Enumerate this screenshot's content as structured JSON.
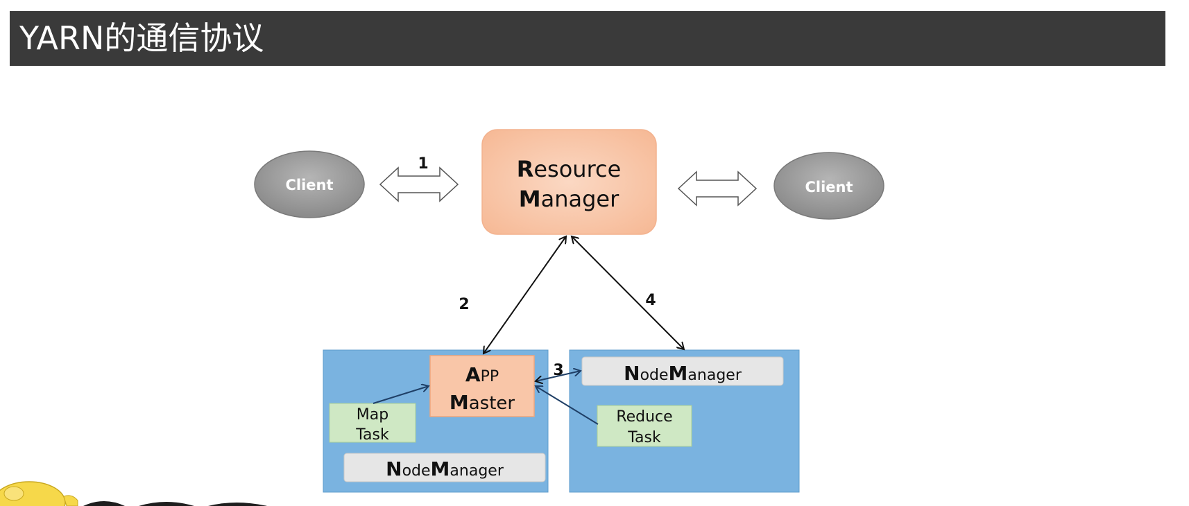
{
  "slide": {
    "title": "YARN的通信协议"
  },
  "diagram": {
    "client_left": "Client",
    "client_right": "Client",
    "resource_manager": {
      "line1_initial": "R",
      "line1_rest": "esource",
      "line2_initial": "M",
      "line2_rest": "anager"
    },
    "app_master": {
      "line1_initial": "A",
      "line1_rest": "PP",
      "line2_initial": "M",
      "line2_rest": "aster"
    },
    "node_manager_left": {
      "n": "N",
      "ode": "ode",
      "m": "M",
      "anager": "anager"
    },
    "node_manager_right": {
      "n": "N",
      "ode": "ode",
      "m": "M",
      "anager": "anager"
    },
    "map_task": {
      "line1": "Map",
      "line2": "Task"
    },
    "reduce_task": {
      "line1": "Reduce",
      "line2": "Task"
    },
    "protocol_labels": {
      "p1": "1",
      "p2": "2",
      "p3": "3",
      "p4": "4"
    }
  },
  "colors": {
    "title_bar": "#3a3a3a",
    "resource_manager_fill": "#f9c6a8",
    "app_master_fill": "#f9c6a8",
    "node_container_fill": "#7ab3e0",
    "node_manager_fill": "#e6e6e6",
    "task_fill": "#cfe8c4",
    "client_fill": "#9a9a9a"
  },
  "logo": {
    "name": "hadoop-elephant-logo"
  }
}
